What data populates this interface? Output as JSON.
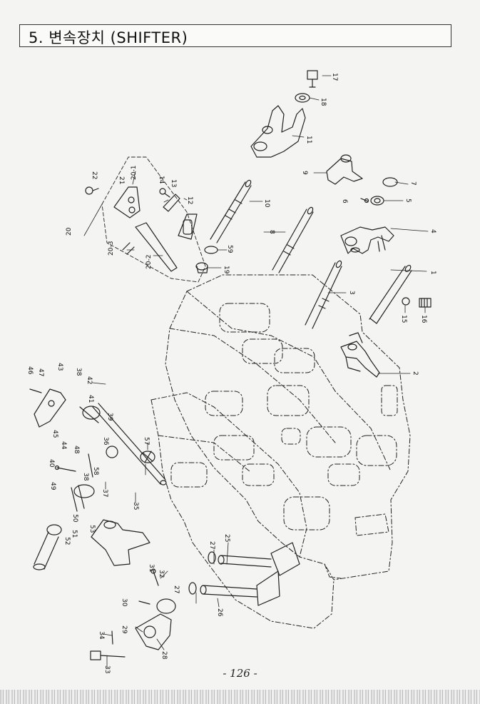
{
  "page": {
    "title": "5. 변속장치 (SHIFTER)",
    "page_number": "- 126 -"
  },
  "part_labels": [
    "1",
    "2",
    "3",
    "4",
    "5",
    "6",
    "7",
    "8",
    "9",
    "10",
    "11",
    "12",
    "13",
    "14",
    "15",
    "16",
    "17",
    "18",
    "19",
    "20",
    "20-1",
    "20-2",
    "20-3",
    "21",
    "22",
    "25",
    "26",
    "27",
    "27",
    "28",
    "29",
    "30",
    "31",
    "32",
    "33",
    "34",
    "35",
    "36",
    "37",
    "38",
    "38",
    "39",
    "40",
    "41",
    "42",
    "43",
    "44",
    "45",
    "46",
    "47",
    "48",
    "49",
    "50",
    "51",
    "52",
    "53",
    "57",
    "58",
    "59"
  ]
}
